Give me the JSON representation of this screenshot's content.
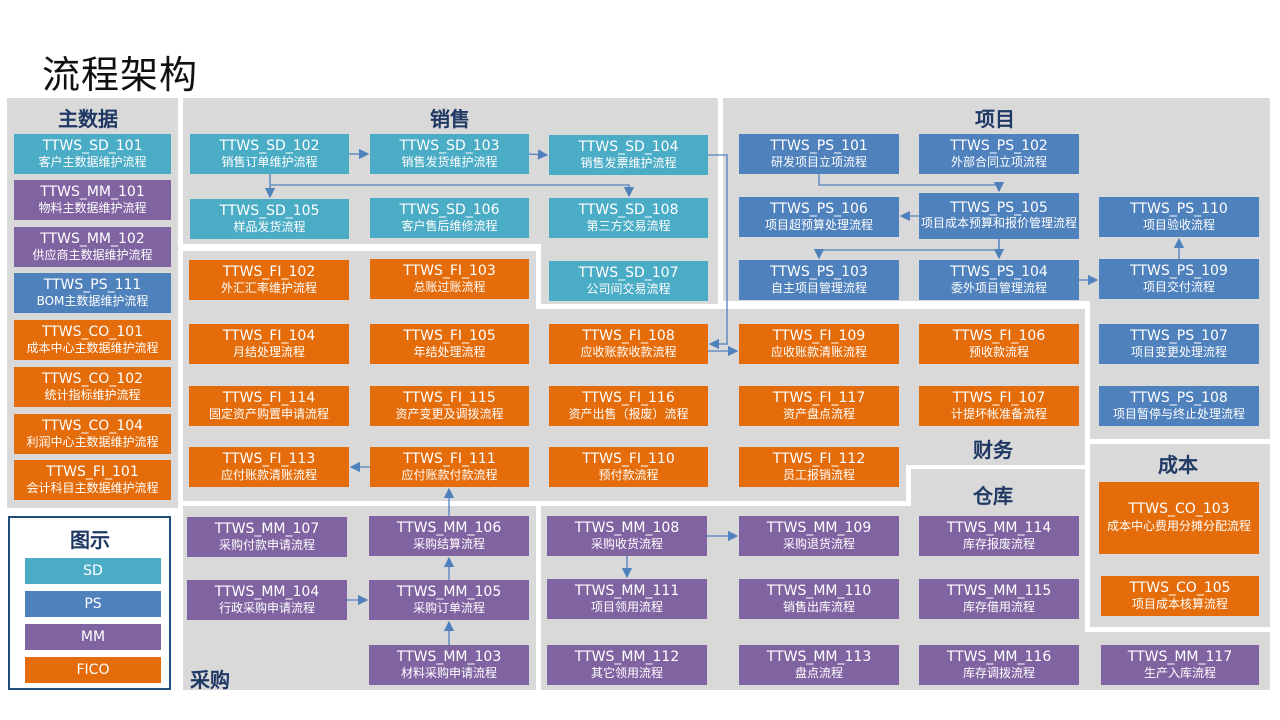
{
  "page": {
    "title": "流程架构"
  },
  "sections": {
    "master": "主数据",
    "sales": "销售",
    "project": "项目",
    "finance": "财务",
    "cost": "成本",
    "warehouse": "仓库",
    "purchase": "采购"
  },
  "legend": {
    "title": "图示",
    "items": [
      {
        "label": "SD",
        "color": "#4bacc6"
      },
      {
        "label": "PS",
        "color": "#4f81bd"
      },
      {
        "label": "MM",
        "color": "#8064a2"
      },
      {
        "label": "FICO",
        "color": "#e46c0a"
      }
    ]
  },
  "master_boxes": [
    {
      "code": "TTWS_SD_101",
      "name": "客户主数据维护流程"
    },
    {
      "code": "TTWS_MM_101",
      "name": "物料主数据维护流程"
    },
    {
      "code": "TTWS_MM_102",
      "name": "供应商主数据维护流程"
    },
    {
      "code": "TTWS_PS_111",
      "name": "BOM主数据维护流程"
    },
    {
      "code": "TTWS_CO_101",
      "name": "成本中心主数据维护流程"
    },
    {
      "code": "TTWS_CO_102",
      "name": "统计指标维护流程"
    },
    {
      "code": "TTWS_CO_104",
      "name": "利润中心主数据维护流程"
    },
    {
      "code": "TTWS_FI_101",
      "name": "会计科目主数据维护流程"
    }
  ],
  "sales_boxes": [
    {
      "code": "TTWS_SD_102",
      "name": "销售订单维护流程"
    },
    {
      "code": "TTWS_SD_103",
      "name": "销售发货维护流程"
    },
    {
      "code": "TTWS_SD_104",
      "name": "销售发票维护流程"
    },
    {
      "code": "TTWS_SD_105",
      "name": "样品发货流程"
    },
    {
      "code": "TTWS_SD_106",
      "name": "客户售后维修流程"
    },
    {
      "code": "TTWS_SD_108",
      "name": "第三方交易流程"
    },
    {
      "code": "TTWS_SD_107",
      "name": "公司间交易流程"
    }
  ],
  "project_boxes": [
    {
      "code": "TTWS_PS_101",
      "name": "研发项目立项流程"
    },
    {
      "code": "TTWS_PS_102",
      "name": "外部合同立项流程"
    },
    {
      "code": "TTWS_PS_106",
      "name": "项目超预算处理流程"
    },
    {
      "code": "TTWS_PS_105",
      "name": "项目成本预算和报价管理流程"
    },
    {
      "code": "TTWS_PS_110",
      "name": "项目验收流程"
    },
    {
      "code": "TTWS_PS_103",
      "name": "自主项目管理流程"
    },
    {
      "code": "TTWS_PS_104",
      "name": "委外项目管理流程"
    },
    {
      "code": "TTWS_PS_109",
      "name": "项目交付流程"
    },
    {
      "code": "TTWS_PS_107",
      "name": "项目变更处理流程"
    },
    {
      "code": "TTWS_PS_108",
      "name": "项目暂停与终止处理流程"
    }
  ],
  "finance_boxes": [
    {
      "code": "TTWS_FI_102",
      "name": "外汇汇率维护流程"
    },
    {
      "code": "TTWS_FI_103",
      "name": "总账过账流程"
    },
    {
      "code": "TTWS_FI_104",
      "name": "月结处理流程"
    },
    {
      "code": "TTWS_FI_105",
      "name": "年结处理流程"
    },
    {
      "code": "TTWS_FI_108",
      "name": "应收账款收款流程"
    },
    {
      "code": "TTWS_FI_109",
      "name": "应收账款清账流程"
    },
    {
      "code": "TTWS_FI_106",
      "name": "预收款流程"
    },
    {
      "code": "TTWS_FI_114",
      "name": "固定资产购置申请流程"
    },
    {
      "code": "TTWS_FI_115",
      "name": "资产变更及调拨流程"
    },
    {
      "code": "TTWS_FI_116",
      "name": "资产出售（报废）流程"
    },
    {
      "code": "TTWS_FI_117",
      "name": "资产盘点流程"
    },
    {
      "code": "TTWS_FI_107",
      "name": "计提坏帐准备流程"
    },
    {
      "code": "TTWS_FI_113",
      "name": "应付账款清账流程"
    },
    {
      "code": "TTWS_FI_111",
      "name": "应付账款付款流程"
    },
    {
      "code": "TTWS_FI_110",
      "name": "预付款流程"
    },
    {
      "code": "TTWS_FI_112",
      "name": "员工报销流程"
    }
  ],
  "cost_boxes": [
    {
      "code": "TTWS_CO_103",
      "name": "成本中心费用分摊分配流程"
    },
    {
      "code": "TTWS_CO_105",
      "name": "项目成本核算流程"
    }
  ],
  "purchase_boxes": [
    {
      "code": "TTWS_MM_107",
      "name": "采购付款申请流程"
    },
    {
      "code": "TTWS_MM_106",
      "name": "采购结算流程"
    },
    {
      "code": "TTWS_MM_104",
      "name": "行政采购申请流程"
    },
    {
      "code": "TTWS_MM_105",
      "name": "采购订单流程"
    },
    {
      "code": "TTWS_MM_103",
      "name": "材料采购申请流程"
    }
  ],
  "warehouse_boxes": [
    {
      "code": "TTWS_MM_108",
      "name": "采购收货流程"
    },
    {
      "code": "TTWS_MM_109",
      "name": "采购退货流程"
    },
    {
      "code": "TTWS_MM_114",
      "name": "库存报废流程"
    },
    {
      "code": "TTWS_MM_111",
      "name": "项目领用流程"
    },
    {
      "code": "TTWS_MM_110",
      "name": "销售出库流程"
    },
    {
      "code": "TTWS_MM_115",
      "name": "库存借用流程"
    },
    {
      "code": "TTWS_MM_112",
      "name": "其它领用流程"
    },
    {
      "code": "TTWS_MM_113",
      "name": "盘点流程"
    },
    {
      "code": "TTWS_MM_116",
      "name": "库存调拨流程"
    },
    {
      "code": "TTWS_MM_117",
      "name": "生产入库流程"
    }
  ]
}
